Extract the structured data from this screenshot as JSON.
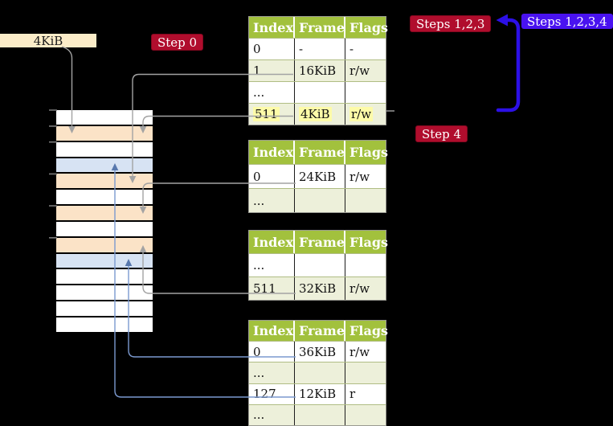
{
  "frame_label": "4KiB",
  "badges": {
    "step0": "Step 0",
    "steps123": "Steps 1,2,3",
    "steps1234": "Steps 1,2,3,4",
    "step4": "Step 4"
  },
  "tables": [
    {
      "name": "page-table-1",
      "headers": [
        "Index",
        "Frame",
        "Flags"
      ],
      "rows": [
        [
          "0",
          "-",
          "-"
        ],
        [
          "1",
          "16KiB",
          "r/w"
        ],
        [
          "...",
          "",
          ""
        ],
        [
          "511",
          "4KiB",
          "r/w"
        ]
      ],
      "highlighted_row_index": "511"
    },
    {
      "name": "page-table-2",
      "headers": [
        "Index",
        "Frame",
        "Flags"
      ],
      "rows": [
        [
          "0",
          "24KiB",
          "r/w"
        ],
        [
          "...",
          "",
          ""
        ]
      ]
    },
    {
      "name": "page-table-3",
      "headers": [
        "Index",
        "Frame",
        "Flags"
      ],
      "rows": [
        [
          "...",
          "",
          ""
        ],
        [
          "511",
          "32KiB",
          "r/w"
        ]
      ]
    },
    {
      "name": "page-table-4",
      "headers": [
        "Index",
        "Frame",
        "Flags"
      ],
      "rows": [
        [
          "0",
          "36KiB",
          "r/w"
        ],
        [
          "...",
          "",
          ""
        ],
        [
          "127",
          "12KiB",
          "r"
        ],
        [
          "...",
          "",
          ""
        ]
      ]
    }
  ],
  "memory": {
    "rows": [
      "empty",
      "page-table",
      "empty",
      "mapped-page",
      "page-table",
      "empty",
      "page-table",
      "empty",
      "page-table",
      "mapped-page",
      "empty",
      "empty",
      "empty",
      "empty"
    ]
  },
  "colors": {
    "badge_red": "#b00d2d",
    "badge_blue": "#4912f0",
    "loop_arrow": "#2c10e6",
    "header_green": "#a2c13d",
    "row_green": "#edf0da",
    "highlight_yellow": "#fdfba8",
    "frame_orange": "#fbe3c7",
    "page_blue": "#d7e3f3",
    "label_cream": "#fbecc8",
    "line_gray": "#a3a3a3",
    "line_blue": "#7b99cf",
    "line_blue_dark": "#5878ad",
    "table_border": "#9a9a92",
    "row_line": "#b0bd84"
  }
}
